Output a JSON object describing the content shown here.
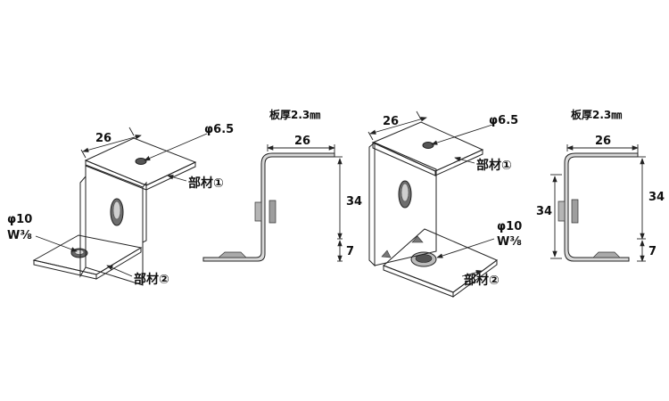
{
  "figure_a": {
    "dim_width": "26",
    "hole_small": "φ6.5",
    "hole_large": "φ10",
    "thread": "W⅜",
    "part1": "部材①",
    "part2": "部材②"
  },
  "side_a": {
    "thickness": "板厚2.3㎜",
    "width": "26",
    "height": "34",
    "offset": "7"
  },
  "figure_b": {
    "dim_width": "26",
    "hole_small": "φ6.5",
    "hole_large": "φ10",
    "thread": "W⅜",
    "part1": "部材①",
    "part2": "部材②"
  },
  "side_b": {
    "thickness": "板厚2.3㎜",
    "width": "26",
    "height": "34",
    "offset": "7"
  }
}
